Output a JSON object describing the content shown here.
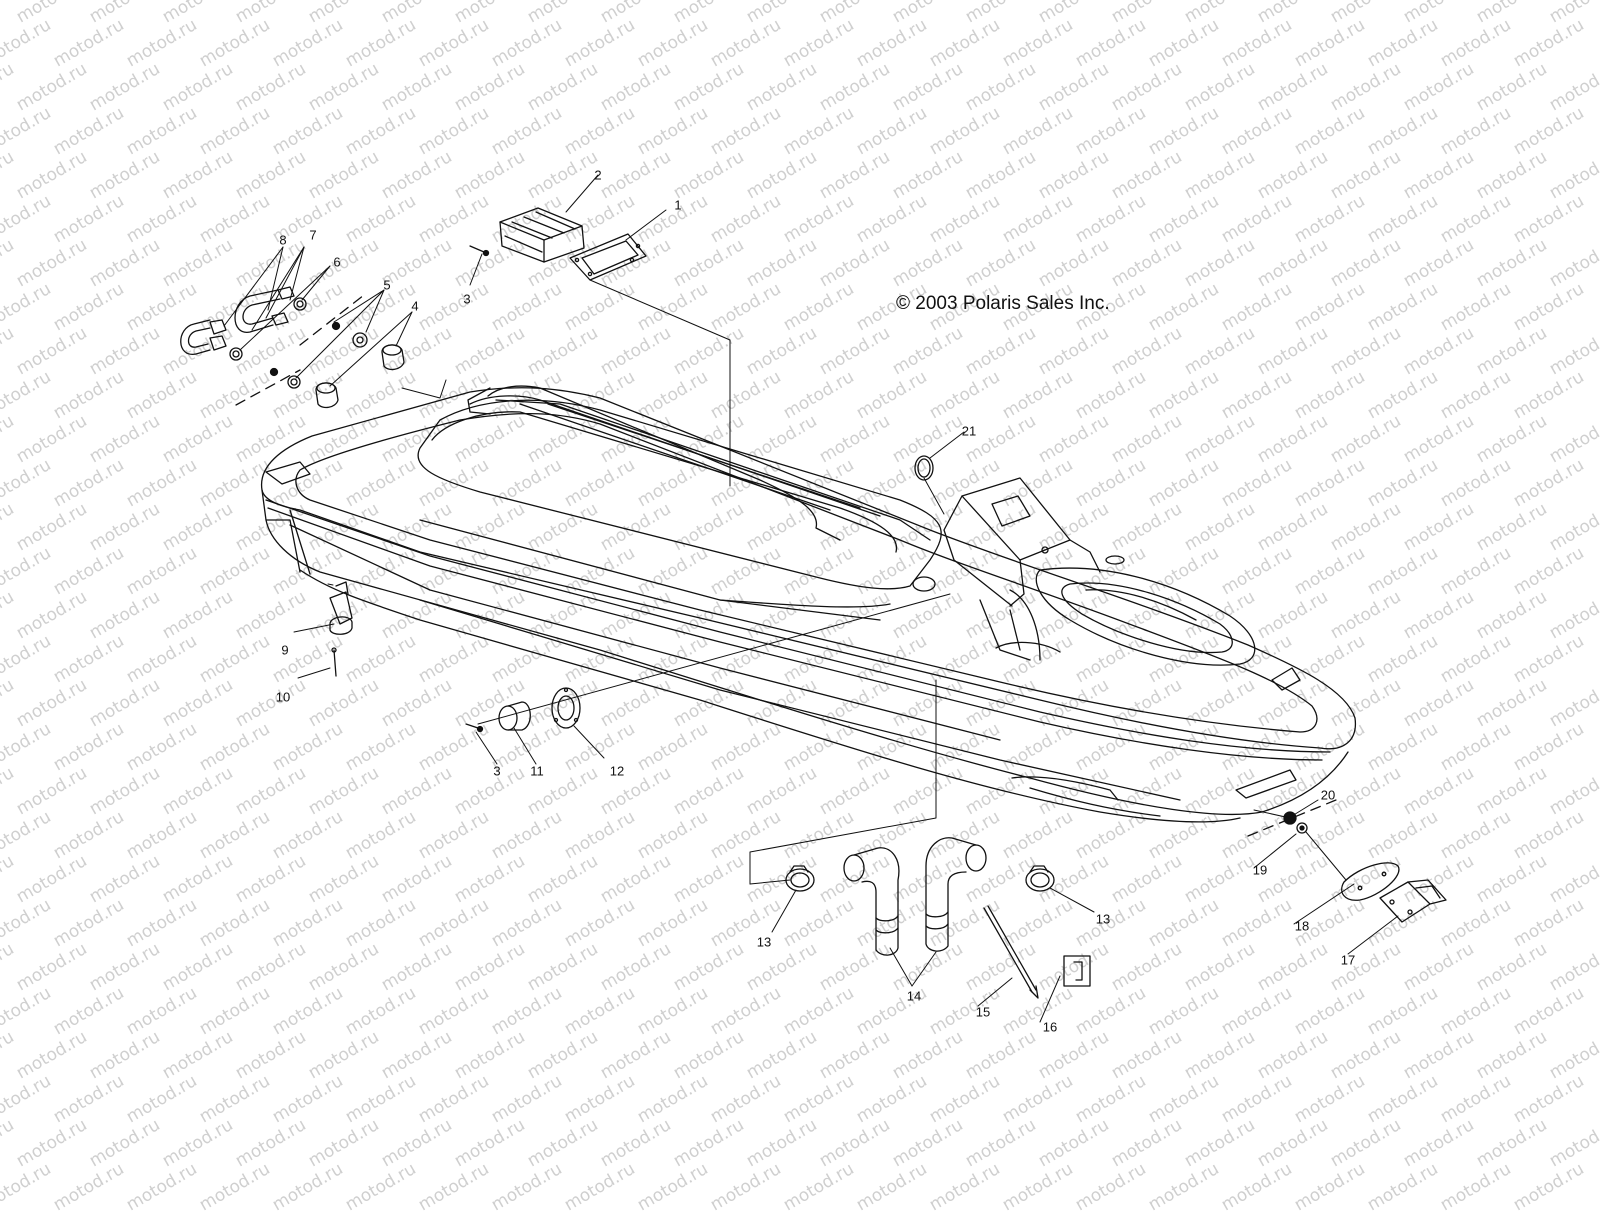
{
  "watermark": "motod.ru",
  "copyright": "© 2003 Polaris Sales Inc.",
  "callouts": {
    "n1": "1",
    "n2": "2",
    "n3a": "3",
    "n3b": "3",
    "n4": "4",
    "n5": "5",
    "n6": "6",
    "n7": "7",
    "n8": "8",
    "n9": "9",
    "n10": "10",
    "n11": "11",
    "n12": "12",
    "n13a": "13",
    "n13b": "13",
    "n14": "14",
    "n15": "15",
    "n16": "16",
    "n17": "17",
    "n18": "18",
    "n19": "19",
    "n20": "20",
    "n21": "21"
  }
}
